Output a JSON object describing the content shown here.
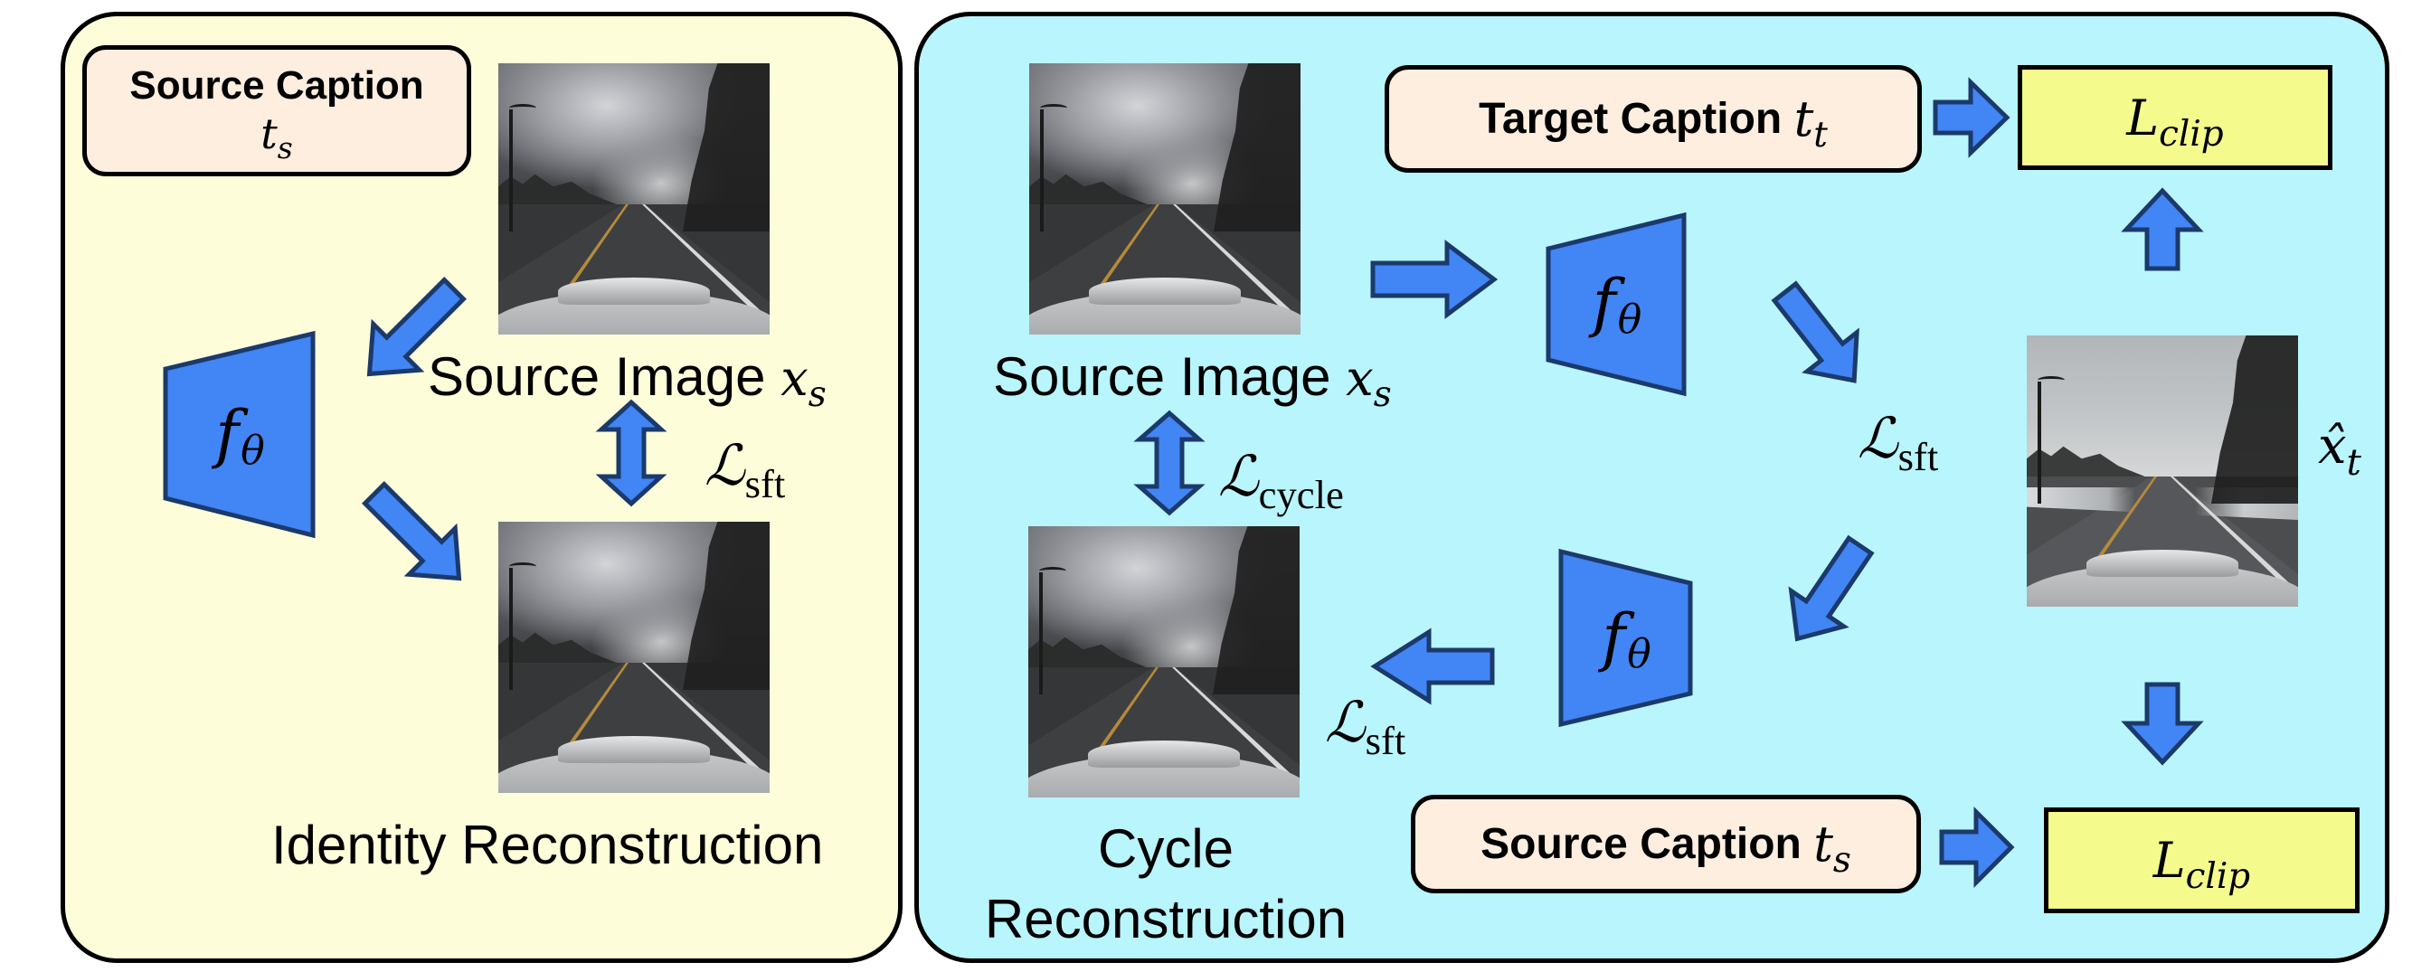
{
  "colors": {
    "left_panel_bg": "#fdfdda",
    "right_panel_bg": "#b8f5fd",
    "caption_box_bg": "#fdeedf",
    "loss_box_bg": "#f4fb8c",
    "arrow_fill": "#4285f4",
    "arrow_stroke": "#1b3a6b"
  },
  "left_panel": {
    "source_caption": {
      "title": "Source Caption",
      "symbol": "t",
      "subscript": "s"
    },
    "source_image_label": {
      "text": "Source Image ",
      "symbol": "x",
      "subscript": "s"
    },
    "model": {
      "symbol": "f",
      "subscript": "θ"
    },
    "loss_label": {
      "symbol": "ℒ",
      "subscript": "sft"
    },
    "reconstruction_label": "Identity Reconstruction",
    "images": [
      {
        "role": "source-image",
        "style": "dark-cloudy"
      },
      {
        "role": "identity-reconstruction",
        "style": "dark-cloudy"
      }
    ]
  },
  "right_panel": {
    "source_image_label": {
      "text": "Source Image ",
      "symbol": "x",
      "subscript": "s"
    },
    "cycle_loss_label": {
      "symbol": "ℒ",
      "subscript": "cycle"
    },
    "forward_model": {
      "symbol": "f",
      "subscript": "θ"
    },
    "backward_model": {
      "symbol": "f",
      "subscript": "θ"
    },
    "forward_loss_label": {
      "symbol": "ℒ",
      "subscript": "sft"
    },
    "backward_loss_label": {
      "symbol": "ℒ",
      "subscript": "sft"
    },
    "target_caption": {
      "title": "Target Caption ",
      "symbol": "t",
      "subscript": "t"
    },
    "source_caption": {
      "title": "Source Caption ",
      "symbol": "t",
      "subscript": "s"
    },
    "clip_loss_top": {
      "symbol": "L",
      "subscript": "clip"
    },
    "clip_loss_bottom": {
      "symbol": "L",
      "subscript": "clip"
    },
    "translated_image_label": {
      "symbol": "x̂",
      "subscript": "t"
    },
    "cycle_label_line1": "Cycle",
    "cycle_label_line2": "Reconstruction",
    "images": [
      {
        "role": "source-image",
        "style": "dark-cloudy"
      },
      {
        "role": "translated-image",
        "style": "overcast-snow"
      },
      {
        "role": "cycle-reconstruction",
        "style": "dark-cloudy"
      }
    ]
  }
}
